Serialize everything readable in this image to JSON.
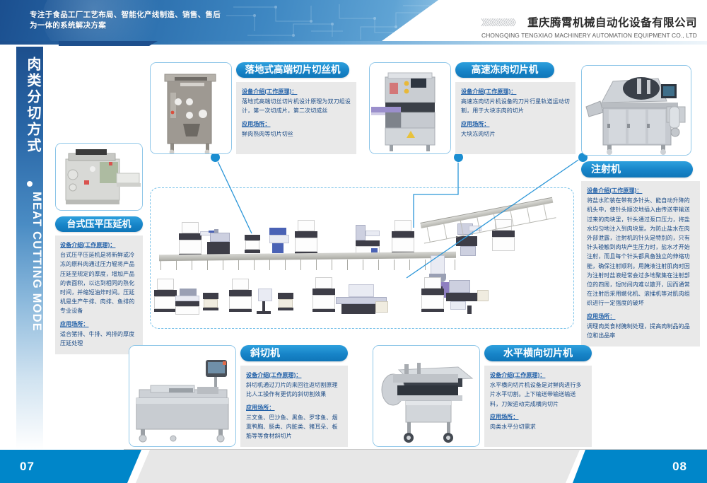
{
  "header": {
    "tagline_line1": "专注于食品工厂工艺布局、智能化产线制造、销售、售后",
    "tagline_line2": "为一体的系统解决方案",
    "chevrons": "〉〉〉〉〉〉〉〉〉〉〉〉〉〉〉〉〉〉〉",
    "company_cn": "重庆腾霄机械自动化设备有限公司",
    "company_en": "CHONGQING TENGXIAO MACHINERY AUTOMATION EQUIPMENT CO., LTD"
  },
  "sidebar": {
    "title_cn": "肉类分切方式",
    "title_en": "MEAT CUTTING MODE",
    "bullet": "●"
  },
  "footer": {
    "page_left": "07",
    "page_right": "08"
  },
  "labels": {
    "intro_heading": "设备介绍(工作原理)：",
    "usage_heading": "应用场所："
  },
  "cards": {
    "tabletop_press": {
      "title": "台式压平压延机",
      "intro": "台式压平压延机是将新鲜或冷冻的原料肉通过压力辊将产品压延至规定的厚度，增加产品的表面积，以达到相同的熟化时间，并缩短油炸时间。压延机是生产牛排、肉排、鱼排的专业设备",
      "usage": "适合猪排、牛排、鸡排的厚度压延处理"
    },
    "floor_slicer": {
      "title": "落地式高端切片切丝机",
      "intro": "落地式高端切丝切片机设计原理为双刀组设计，第一次切成片，第二次切成丝",
      "usage": "鲜肉熟肉等切片切丝"
    },
    "frozen_slicer": {
      "title": "高速冻肉切片机",
      "intro": "高速冻肉切片机设备的刀片行星轨道运动切割，用于大块冻肉的切片",
      "usage": "大块冻肉切片"
    },
    "injector": {
      "title": "注射机",
      "intro": "将盐水贮装在带有多针头、能自动升降的机头中，使针头顺次地插入由传送带输送过来的肉块里，针头通过泵口压力，将盐水均匀地注入到肉块里。为防止盐水在肉外部泄露，注射机的针头是特别的，只有针头碰触到肉块产生压力时，盐水才开始注射，而且每个针头都具备独立的伸缩功能，确保注射顺利。用腌液注射肌肉时因为注射时盐液经常会过多地聚集在注射部位的四周，短时间内难以散开，因而通常在注射后采用嫩化机、滚揉机等对肌肉组织进行一定强度的破坏",
      "usage": "调理肉类食材腌制处理，提高肉制品的品位和出品率"
    },
    "bevel_cutter": {
      "title": "斜切机",
      "intro": "斜切机通过刀片的来回往返切割原理比人工操作有更优的斜切割效果",
      "usage": "三文鱼、巴沙鱼、黑鱼、罗非鱼、烟熏鸭胸、肠类、内脏类、猪耳朵、板筋等等食材斜切片"
    },
    "horizontal_slicer": {
      "title": "水平横向切片机",
      "intro": "水平横向切片机设备是对鲜肉进行多片水平切割。上下输送带输送输送料，刀架运动完成横向切片",
      "usage": "肉类水平分切需求"
    }
  },
  "colors": {
    "accent_blue": "#0086c9",
    "title_blue": "#1784c8",
    "header_dark": "#1d4f8d",
    "body_bg": "#e9e9e9",
    "text_blue": "#1b4b86",
    "leader": "#2b96d8"
  }
}
